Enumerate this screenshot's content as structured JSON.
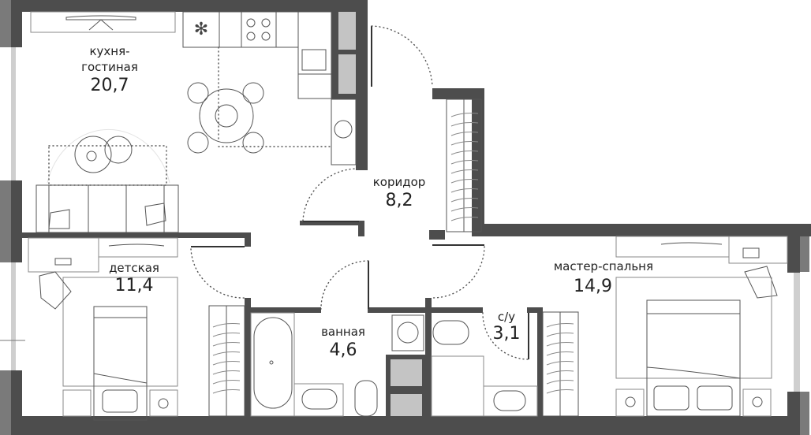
{
  "plan": {
    "type": "apartment-floor-plan",
    "colors": {
      "wall": "#4d4d4d",
      "window_frame": "#7a7a7a",
      "shaft": "#c4c4c4",
      "furniture_line": "#555555"
    },
    "rooms": [
      {
        "id": "kitchen-living",
        "name_line1": "кухня-",
        "name_line2": "гостиная",
        "area": "20,7"
      },
      {
        "id": "corridor",
        "name": "коридор",
        "area": "8,2"
      },
      {
        "id": "kids-room",
        "name": "детская",
        "area": "11,4"
      },
      {
        "id": "bathroom",
        "name": "ванная",
        "area": "4,6"
      },
      {
        "id": "wc",
        "name": "с/у",
        "area": "3,1"
      },
      {
        "id": "master-bedroom",
        "name": "мастер-спальня",
        "area": "14,9"
      }
    ]
  }
}
